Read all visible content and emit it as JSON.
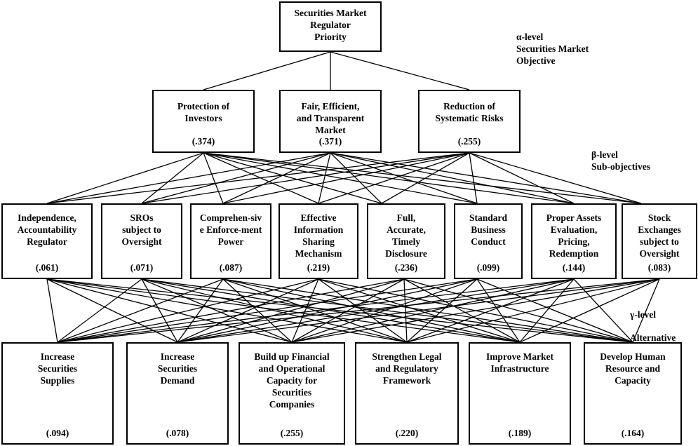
{
  "levels": {
    "alpha": "α-level\nSecurities Market\nObjective",
    "beta": "β-level\nSub-objectives",
    "gamma": "γ-level\nAlternative"
  },
  "goal": {
    "label": "Securities Market\nRegulator\nPriority"
  },
  "criteria": [
    {
      "label": "Protection of\nInvestors",
      "weight": "(.374)"
    },
    {
      "label": "Fair, Efficient,\nand Transparent\nMarket",
      "weight": "(.371)"
    },
    {
      "label": "Reduction of\nSystematic Risks",
      "weight": "(.255)"
    }
  ],
  "subcriteria": [
    {
      "label": "Independence,\nAccountability\nRegulator",
      "weight": "(.061)"
    },
    {
      "label": "SROs\nsubject to\nOversight",
      "weight": "(.071)"
    },
    {
      "label": "Comprehen-siv\ne Enforce-ment\nPower",
      "weight": "(.087)"
    },
    {
      "label": "Effective\nInformation\nSharing\nMechanism",
      "weight": "(.219)"
    },
    {
      "label": "Full,\nAccurate,\nTimely\nDisclosure",
      "weight": "(.236)"
    },
    {
      "label": "Standard\nBusiness\nConduct",
      "weight": "(.099)"
    },
    {
      "label": "Proper Assets\nEvaluation,\nPricing,\nRedemption",
      "weight": "(.144)"
    },
    {
      "label": "Stock\nExchanges\nsubject to\nOversight",
      "weight": "(.083)"
    }
  ],
  "alternatives": [
    {
      "label": "Increase\nSecurities\nSupplies",
      "weight": "(.094)"
    },
    {
      "label": "Increase\nSecurities\nDemand",
      "weight": "(.078)"
    },
    {
      "label": "Build up Financial\nand Operational\nCapacity for\nSecurities\nCompanies",
      "weight": "(.255)"
    },
    {
      "label": "Strengthen Legal\nand Regulatory\nFramework",
      "weight": "(.220)"
    },
    {
      "label": "Improve Market\nInfrastructure",
      "weight": "(.189)"
    },
    {
      "label": "Develop Human\nResource and\nCapacity",
      "weight": "(.164)"
    }
  ]
}
